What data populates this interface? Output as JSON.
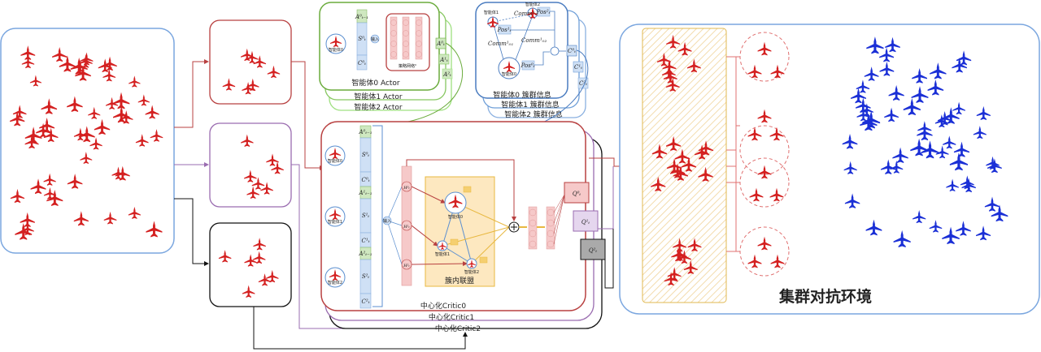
{
  "colors": {
    "red_team": "#d42020",
    "blue_team": "#1a2fd6",
    "actor": "#6aab3c",
    "cluster": "#5b8fd0",
    "critic0": "#b84040",
    "critic1": "#9a6cb0",
    "critic2": "#111111",
    "coalition": "#e8b840"
  },
  "actor": {
    "labels": [
      "智能体0 Actor",
      "智能体1 Actor",
      "智能体2 Actor"
    ],
    "policy_net": "策略网络⁰",
    "input": "输入",
    "agent": "智能体0",
    "a_prev": "A⁰ₜ₋₁",
    "s": "S⁰ₜ",
    "c": "C⁰ₜ",
    "outputs": [
      "A⁰ₜ",
      "A¹ₜ",
      "A²ₜ"
    ]
  },
  "cluster": {
    "labels": [
      "智能体0 簇群信息",
      "智能体1 簇群信息",
      "智能体2 簇群信息"
    ],
    "agent0": "智能体0",
    "agent1": "智能体1",
    "agent2": "智能体2",
    "comm12": "Comm¹₁₂",
    "comm01": "Comm¹₀₁",
    "comm02": "Comm¹₀₂",
    "pos0": "Pos⁰ₜ",
    "pos1": "Pos¹ₜ",
    "pos2": "Pos²ₜ",
    "outputs": [
      "C⁰ₜ",
      "C¹ₜ",
      "C²ₜ"
    ]
  },
  "critic": {
    "labels": [
      "中心化Critic0",
      "中心化Critic1",
      "中心化Critic2"
    ],
    "input": "输入",
    "agents": [
      "智能体0",
      "智能体1",
      "智能体2"
    ],
    "obs": [
      [
        "A⁰ₜ₋₁",
        "S⁰ₜ",
        "C⁰ₜ"
      ],
      [
        "A¹ₜ₋₁",
        "S¹ₜ",
        "C¹ₜ"
      ],
      [
        "A²ₜ₋₁",
        "S²ₜ",
        "C²ₜ"
      ]
    ],
    "hidden": [
      "H⁰ₜ",
      "H¹ₜ",
      "H²ₜ"
    ],
    "coalition": "簇内联盟",
    "coal_agents": [
      "智能体0",
      "智能体1",
      "智能体2"
    ],
    "q": [
      "Q⁰ₜ",
      "Q¹ₜ",
      "Q²ₜ"
    ]
  },
  "environment": {
    "title": "集群对抗环境"
  }
}
